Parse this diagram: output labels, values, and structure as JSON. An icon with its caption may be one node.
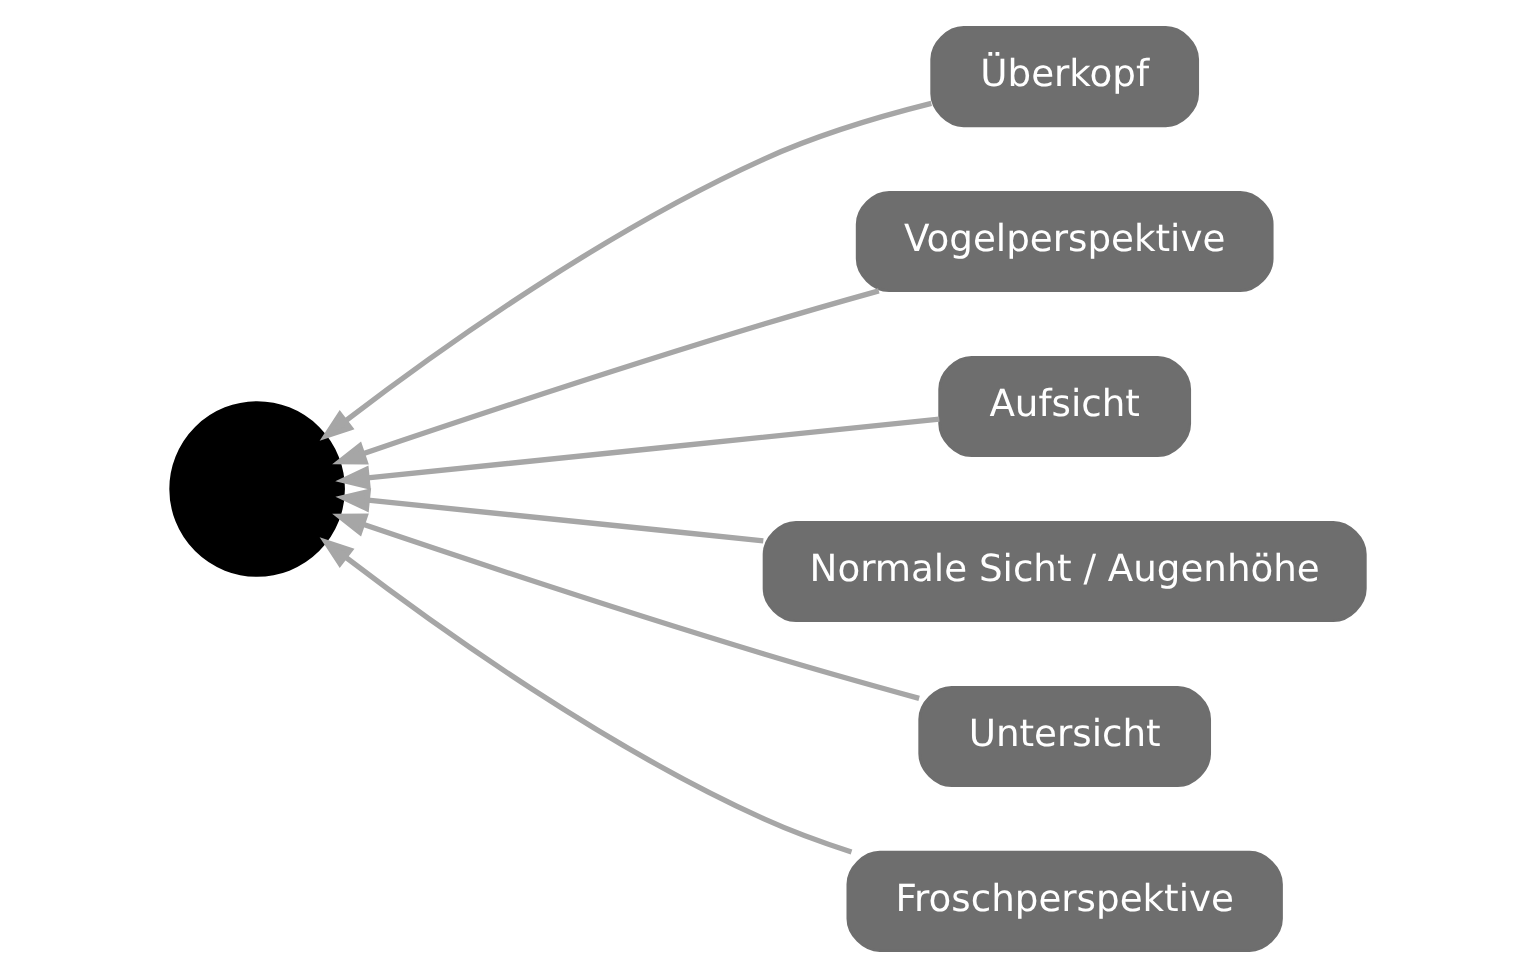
{
  "diagram": {
    "nodes": [
      {
        "text": [
          "Überkopf"
        ]
      },
      {
        "text": [
          "Vogelperspektive"
        ]
      },
      {
        "text": [
          "Aufsicht"
        ]
      },
      {
        "text": [
          "Normale Sicht / Augenhöhe"
        ]
      },
      {
        "text": [],
        "shape": "person"
      },
      {
        "text": [
          "Untersicht"
        ]
      },
      {
        "text": [
          "Froschperspektive"
        ]
      }
    ],
    "edges": [
      {
        "from": 0,
        "to": 4,
        "arrow": "to"
      },
      {
        "from": 1,
        "to": 4,
        "arrow": "to"
      },
      {
        "from": 2,
        "to": 4,
        "arrow": "to"
      },
      {
        "from": 3,
        "to": 4,
        "arrow": "to"
      },
      {
        "from": 5,
        "to": 4,
        "arrow": "to"
      },
      {
        "from": 6,
        "to": 4,
        "arrow": "to"
      }
    ]
  }
}
